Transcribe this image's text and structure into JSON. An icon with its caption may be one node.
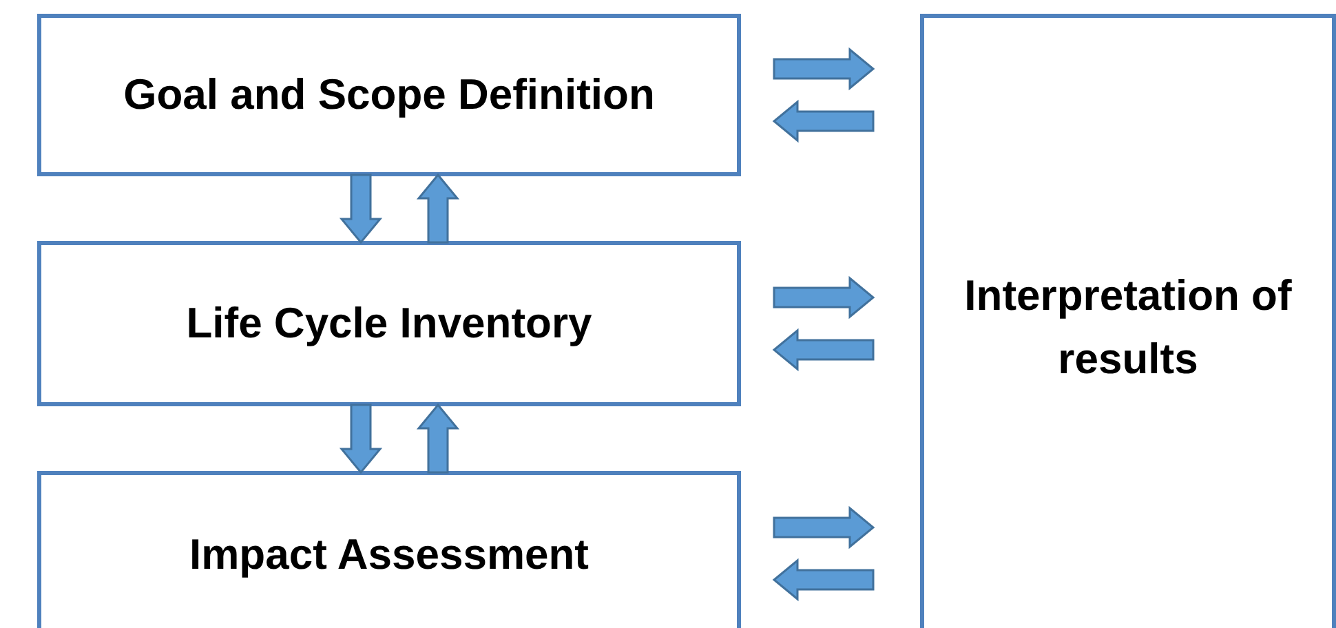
{
  "diagram": {
    "nodes": [
      {
        "text": [
          "Goal and Scope Definition"
        ]
      },
      {
        "text": [
          "Life Cycle Inventory"
        ]
      },
      {
        "text": [
          "Impact Assessment"
        ]
      },
      {
        "text": [
          "Interpretation of results"
        ]
      }
    ],
    "edges": [
      {
        "from": 0,
        "to": 1,
        "arrow": "to"
      },
      {
        "from": 1,
        "to": 0,
        "arrow": "to"
      },
      {
        "from": 1,
        "to": 2,
        "arrow": "to"
      },
      {
        "from": 2,
        "to": 1,
        "arrow": "to"
      },
      {
        "from": 0,
        "to": 3,
        "arrow": "to"
      },
      {
        "from": 3,
        "to": 0,
        "arrow": "to"
      },
      {
        "from": 1,
        "to": 3,
        "arrow": "to"
      },
      {
        "from": 3,
        "to": 1,
        "arrow": "to"
      },
      {
        "from": 2,
        "to": 3,
        "arrow": "to"
      },
      {
        "from": 3,
        "to": 2,
        "arrow": "to"
      }
    ]
  }
}
